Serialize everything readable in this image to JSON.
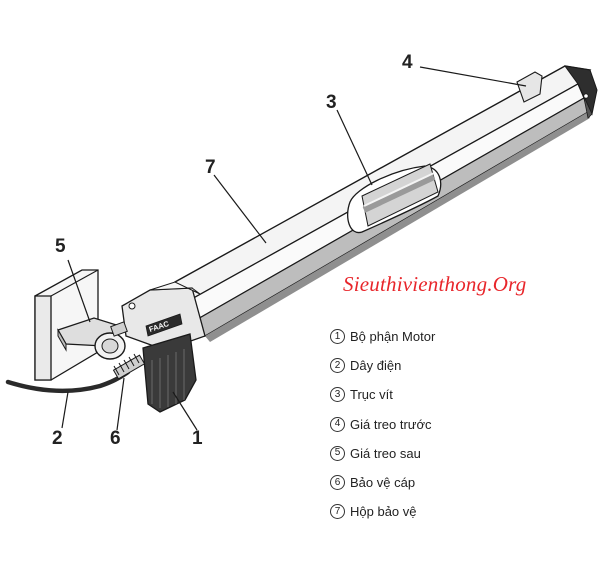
{
  "diagram": {
    "callouts": [
      {
        "id": "1",
        "label": "1"
      },
      {
        "id": "2",
        "label": "2"
      },
      {
        "id": "3",
        "label": "3"
      },
      {
        "id": "4",
        "label": "4"
      },
      {
        "id": "5",
        "label": "5"
      },
      {
        "id": "6",
        "label": "6"
      },
      {
        "id": "7",
        "label": "7"
      }
    ],
    "device_brand": "FAAC",
    "watermark": "Sieuthivienthong.Org"
  },
  "legend": {
    "items": [
      {
        "num": "1",
        "text": "Bộ phận Motor"
      },
      {
        "num": "2",
        "text": "Dây điện"
      },
      {
        "num": "3",
        "text": "Trục vít"
      },
      {
        "num": "4",
        "text": "Giá treo trước"
      },
      {
        "num": "5",
        "text": "Giá treo sau"
      },
      {
        "num": "6",
        "text": "Bảo vệ cáp"
      },
      {
        "num": "7",
        "text": "Hộp bảo vệ"
      }
    ]
  },
  "colors": {
    "line": "#1a1a1a",
    "body_light": "#f2f2f2",
    "body_mid": "#d6d6d6",
    "body_dark": "#9a9a9a",
    "motor_dark": "#3a3a3a",
    "watermark": "#e8262b"
  }
}
